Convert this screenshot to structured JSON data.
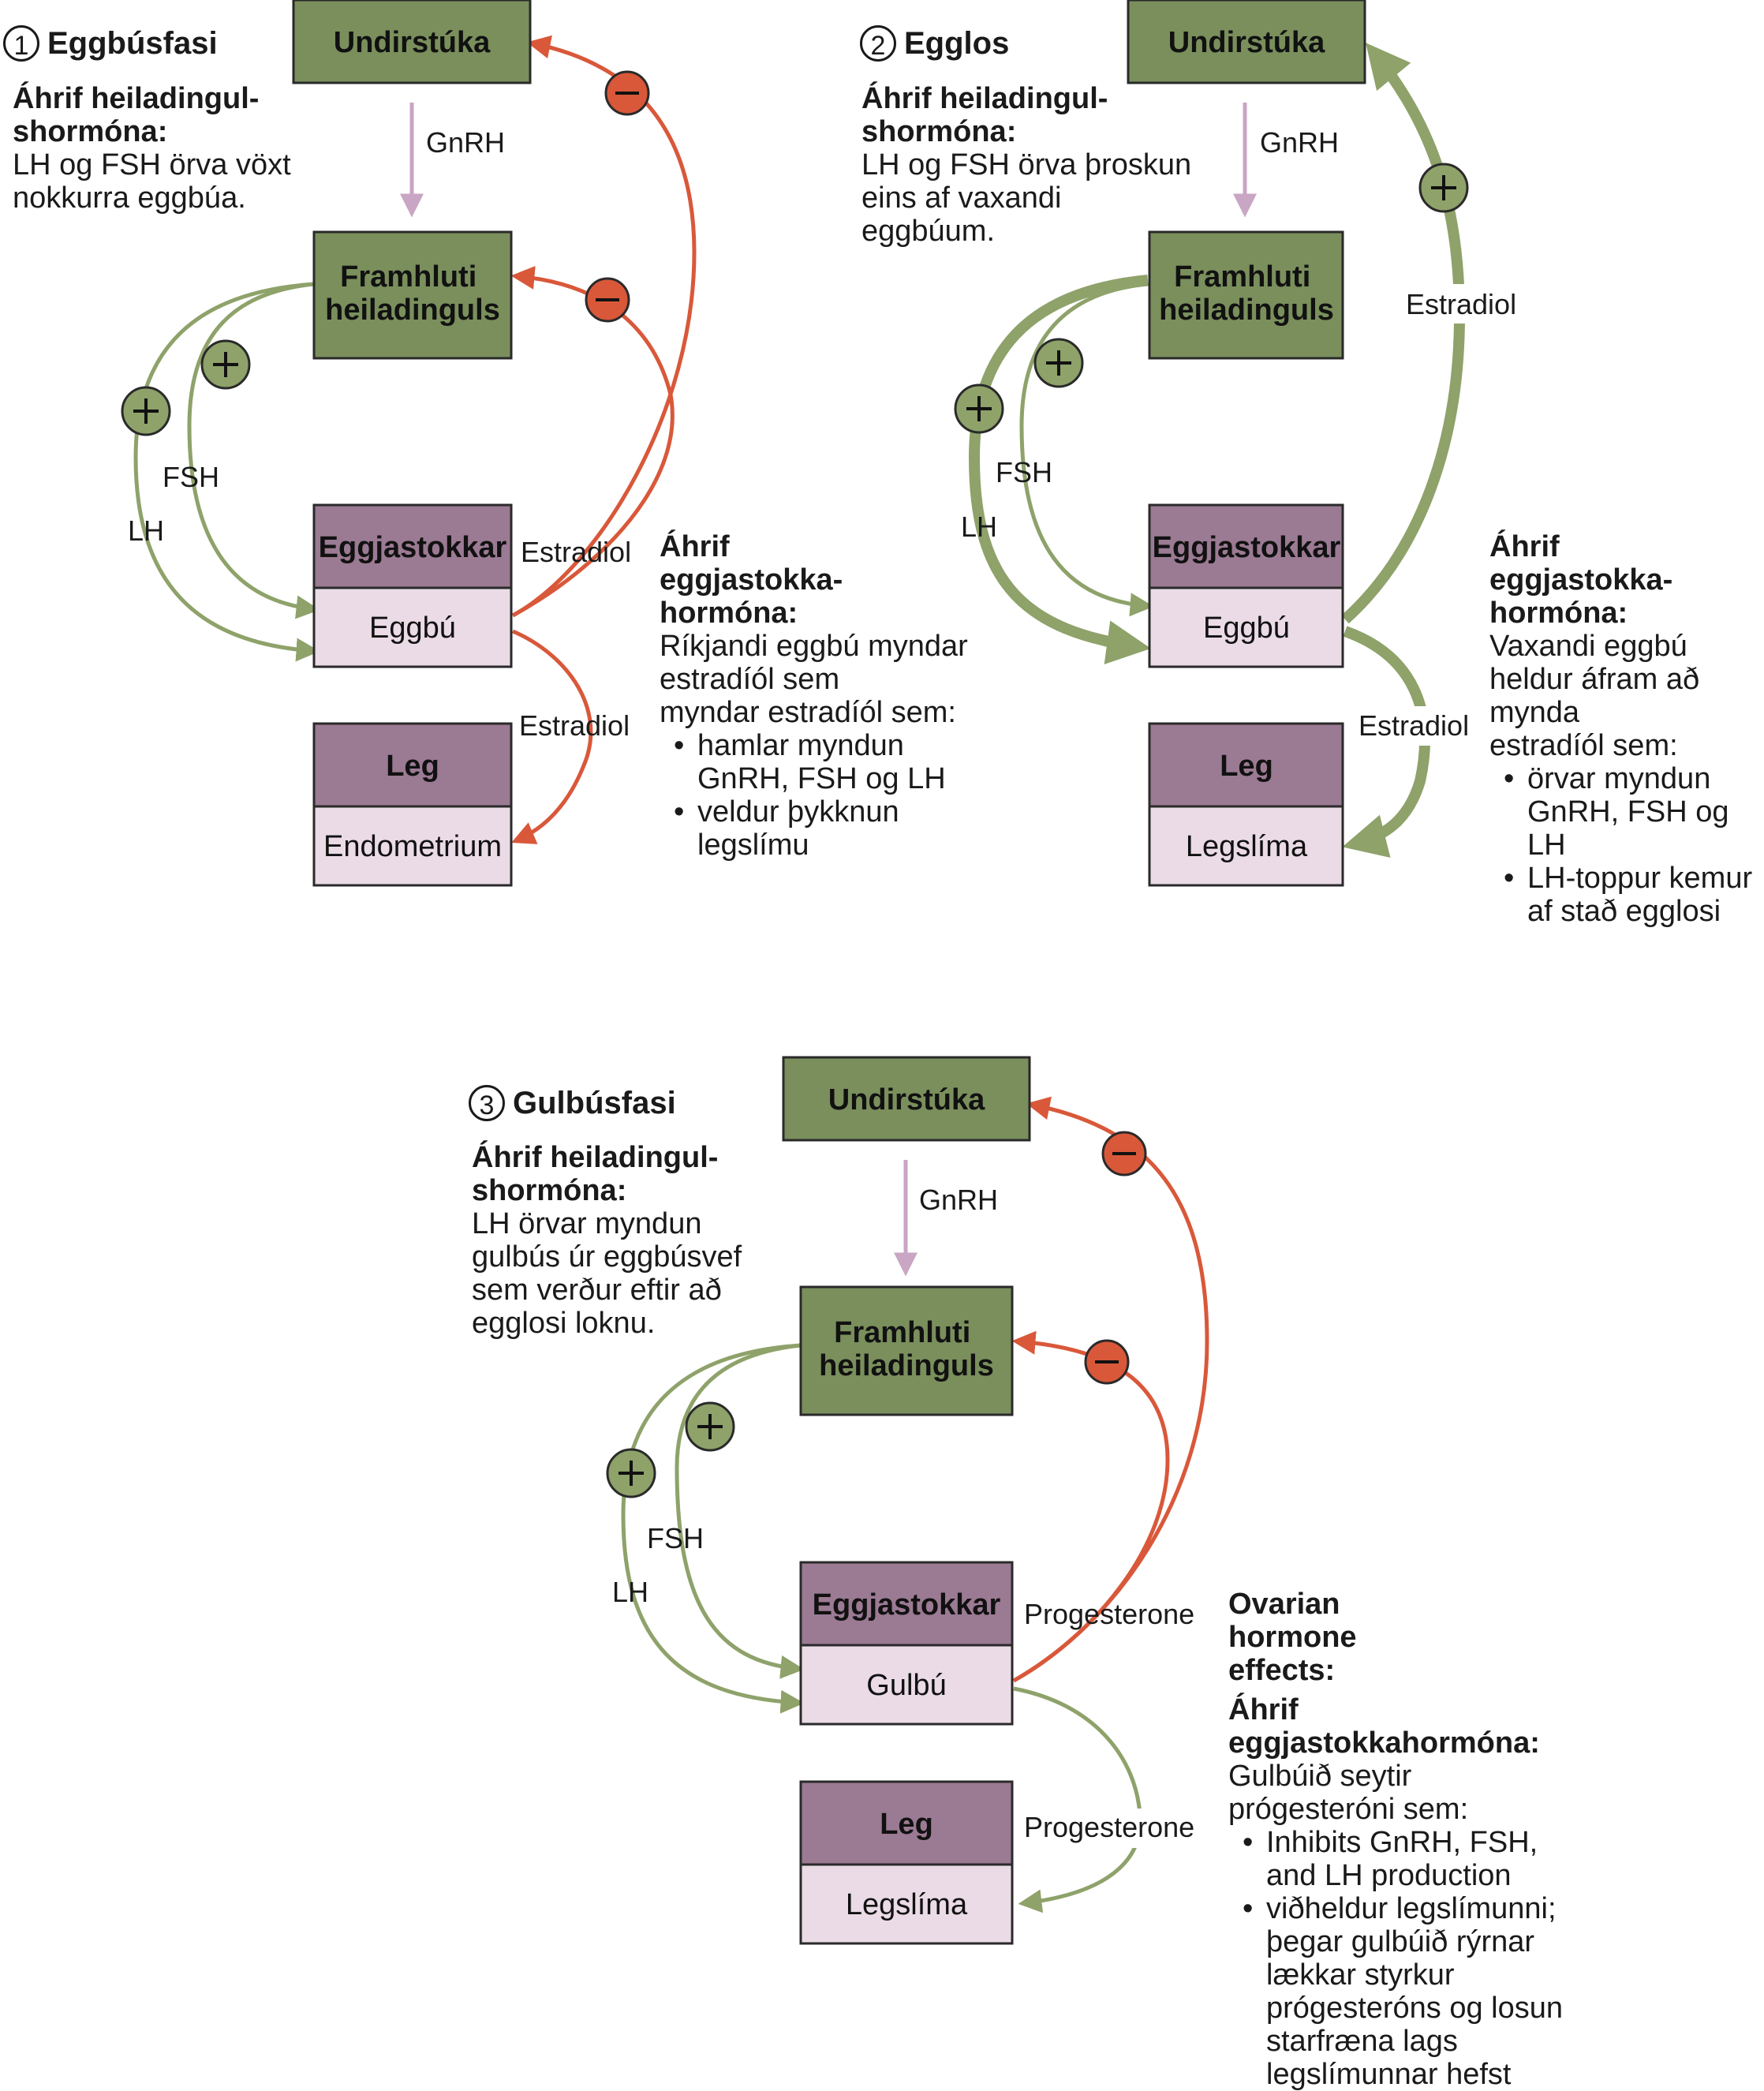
{
  "panel1": {
    "number": "1",
    "phase": "Eggbúsfasi",
    "pituitary_heading": "Áhrif heiladingul-\nshormóna:",
    "pituitary_text": "LH og FSH örva vöxt\nnokkurra eggbúa.",
    "hypothalamus": "Undirstúka",
    "gnrh": "GnRH",
    "pituitary_box": "Framhluti\nheiladinguls",
    "fsh": "FSH",
    "lh": "LH",
    "ovary": "Eggjastokkar",
    "follicle": "Eggbú",
    "estradiol_top": "Estradiol",
    "estradiol_bottom": "Estradiol",
    "uterus": "Leg",
    "endometrium": "Endometrium",
    "ovarian_heading": "Áhrif\neggjastokka-\nhormóna:",
    "ovarian_text": "Ríkjandi eggbú myndar\nestradíól sem\nmyndar estradíól sem:",
    "bullets": [
      "hamlar myndun\nGnRH, FSH og LH",
      "veldur þykknun\nlegslímu"
    ]
  },
  "panel2": {
    "number": "2",
    "phase": "Egglos",
    "pituitary_heading": "Áhrif heiladingul-\nshormóna:",
    "pituitary_text": "LH og FSH örva þroskun\neins af vaxandi\neggbúum.",
    "hypothalamus": "Undirstúka",
    "gnrh": "GnRH",
    "pituitary_box": "Framhluti\nheiladinguls",
    "estradiol_side": "Estradiol",
    "fsh": "FSH",
    "lh": "LH",
    "ovary": "Eggjastokkar",
    "follicle": "Eggbú",
    "estradiol_bottom": "Estradiol",
    "uterus": "Leg",
    "endometrium": "Legslíma",
    "ovarian_heading": "Áhrif\neggjastokka-\nhormóna:",
    "ovarian_text": "Vaxandi eggbú\nheldur áfram að\nmynda\nestradíól sem:",
    "bullets": [
      "örvar myndun\nGnRH, FSH og\nLH",
      "LH-toppur kemur\naf stað egglosi"
    ]
  },
  "panel3": {
    "number": "3",
    "phase": "Gulbúsfasi",
    "pituitary_heading": "Áhrif heiladingul-\nshormóna:",
    "pituitary_text": "LH örvar myndun\ngulbús úr eggbúsvef\nsem verður eftir að\negglosi loknu.",
    "hypothalamus": "Undirstúka",
    "gnrh": "GnRH",
    "pituitary_box": "Framhluti\nheiladinguls",
    "fsh": "FSH",
    "lh": "LH",
    "ovary": "Eggjastokkar",
    "corpus": "Gulbú",
    "progesterone_top": "Progesterone",
    "progesterone_bottom": "Progesterone",
    "uterus": "Leg",
    "endometrium": "Legslíma",
    "ovarian_heading_en": "Ovarian\nhormone\neffects:",
    "ovarian_heading": "Áhrif eggjastokkahormóna:",
    "ovarian_text": "Gulbúið seytir\nprógesteróni sem:",
    "bullets": [
      "Inhibits GnRH, FSH,\nand LH production",
      "viðheldur legslímunni;\nþegar gulbúið rýrnar\nlækkar styrkur\nprógesteróns og losun\nstarfræna lags\nlegslímunnar hefst"
    ]
  },
  "colors": {
    "green_box": "#7a8f5c",
    "purple_box": "#9b7a93",
    "pink_box": "#eadbe6",
    "stimulate_arrow": "#8ea26a",
    "inhibit_arrow": "#d9583a",
    "gnrh_arrow": "#c9a6c3"
  }
}
